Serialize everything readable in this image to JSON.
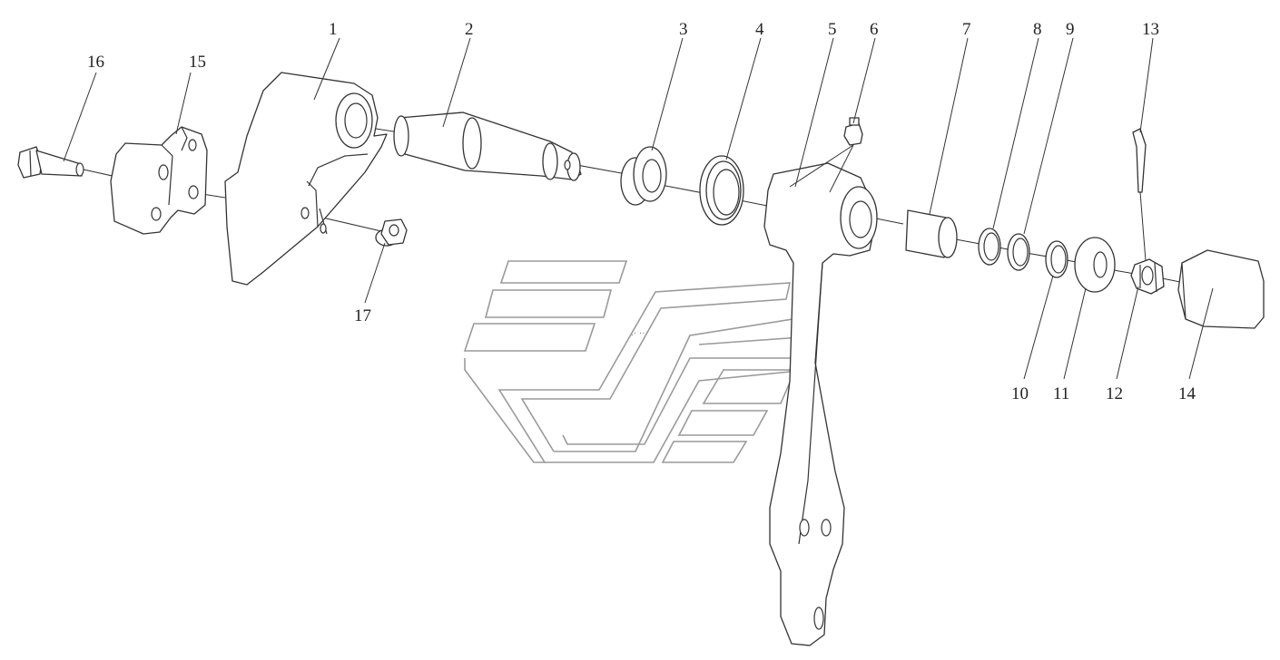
{
  "diagram": {
    "callouts": [
      {
        "id": "p1",
        "label": "1"
      },
      {
        "id": "p2",
        "label": "2"
      },
      {
        "id": "p3",
        "label": "3"
      },
      {
        "id": "p4",
        "label": "4"
      },
      {
        "id": "p5",
        "label": "5"
      },
      {
        "id": "p6",
        "label": "6"
      },
      {
        "id": "p7",
        "label": "7"
      },
      {
        "id": "p8",
        "label": "8"
      },
      {
        "id": "p9",
        "label": "9"
      },
      {
        "id": "p10",
        "label": "10"
      },
      {
        "id": "p11",
        "label": "11"
      },
      {
        "id": "p12",
        "label": "12"
      },
      {
        "id": "p13",
        "label": "13"
      },
      {
        "id": "p14",
        "label": "14"
      },
      {
        "id": "p15",
        "label": "15"
      },
      {
        "id": "p16",
        "label": "16"
      },
      {
        "id": "p17",
        "label": "17"
      }
    ]
  }
}
